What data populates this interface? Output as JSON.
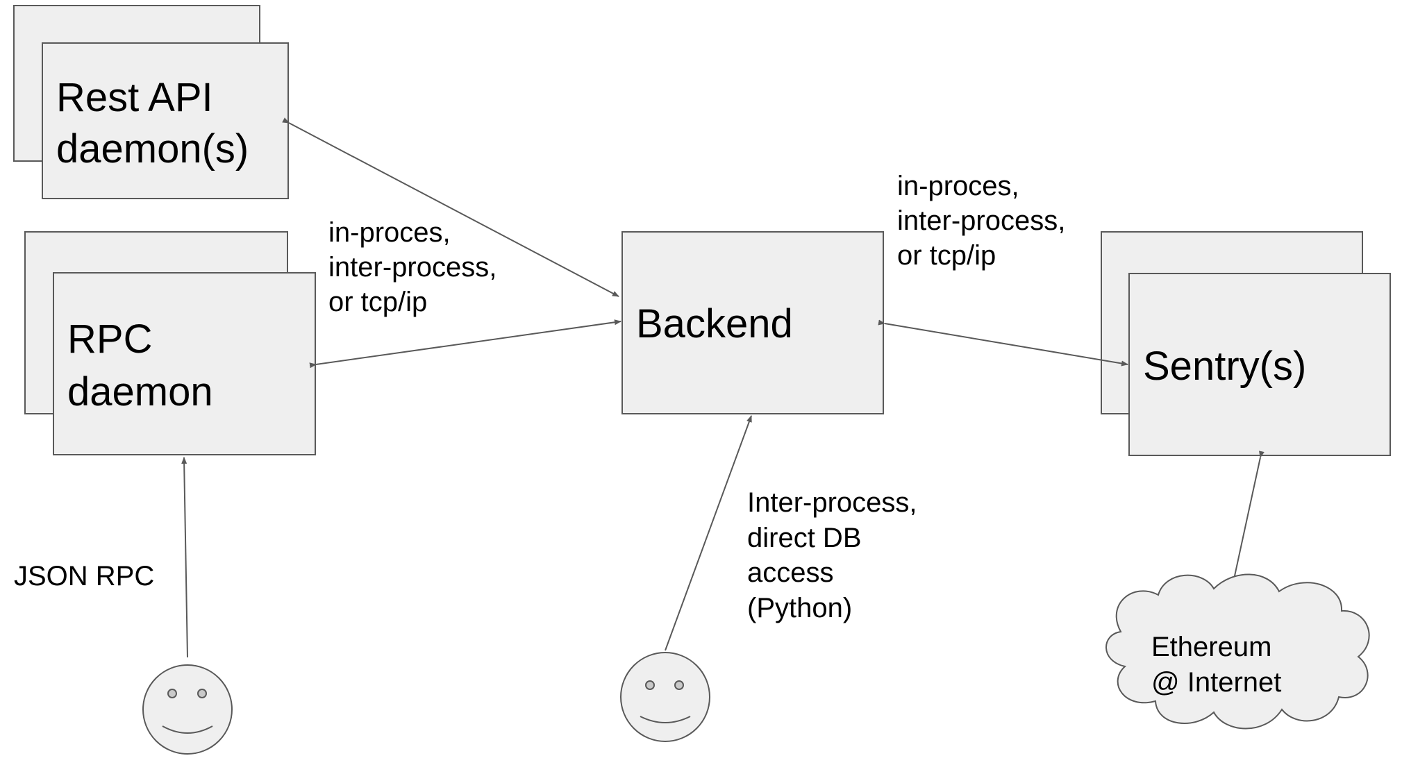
{
  "nodes": {
    "rest_api": {
      "line1": "Rest API",
      "line2": "daemon(s)"
    },
    "rpc": {
      "line1": "RPC",
      "line2": "daemon"
    },
    "backend": {
      "label": "Backend"
    },
    "sentry": {
      "label": "Sentry(s)"
    },
    "internet": {
      "line1": "Ethereum",
      "line2": "@ Internet"
    }
  },
  "labels": {
    "left_conn": {
      "line1": "in-proces,",
      "line2": "inter-process,",
      "line3": "or tcp/ip"
    },
    "right_conn": {
      "line1": "in-proces,",
      "line2": "inter-process,",
      "line3": "or tcp/ip"
    },
    "json_rpc": "JSON RPC",
    "python_conn": {
      "line1": "Inter-process,",
      "line2": "direct DB",
      "line3": "access",
      "line4": "(Python)"
    }
  },
  "colors": {
    "box_fill": "#efefef",
    "stroke": "#595959",
    "text": "#000000",
    "eye_fill": "#c9c9c9"
  },
  "icons": [
    "user-face-icon",
    "user-face-icon",
    "cloud-icon"
  ]
}
